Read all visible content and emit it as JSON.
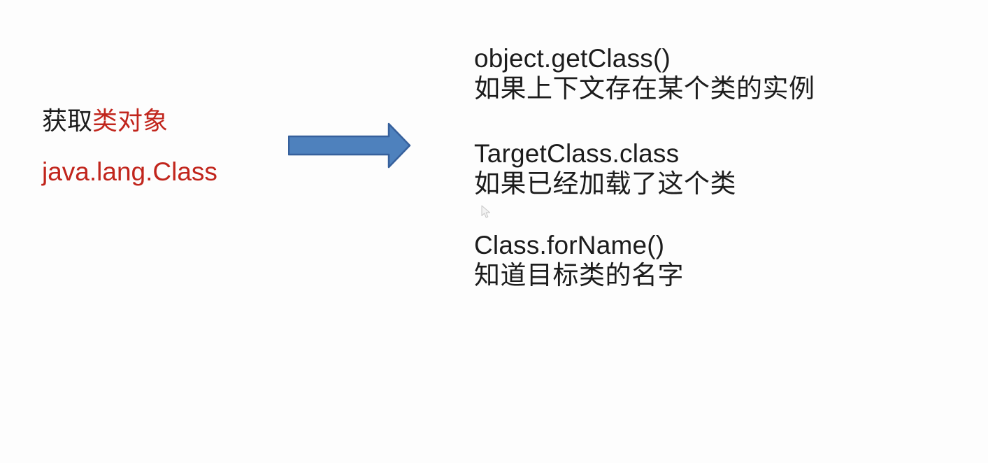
{
  "left_panel": {
    "title_prefix": "获取",
    "title_highlight": "类对象",
    "class_name": "java.lang.Class"
  },
  "arrow": {
    "direction": "right"
  },
  "methods": [
    {
      "code": "object.getClass()",
      "condition": "如果上下文存在某个类的实例"
    },
    {
      "code": "TargetClass.class",
      "condition": "如果已经加载了这个类"
    },
    {
      "code": "Class.forName()",
      "condition": "知道目标类的名字"
    }
  ],
  "colors": {
    "highlight_red": "#c1251c",
    "text_dark": "#1c1c1c",
    "arrow_fill": "#4e81bd",
    "arrow_stroke": "#36609c",
    "background": "#fdfdfd"
  }
}
